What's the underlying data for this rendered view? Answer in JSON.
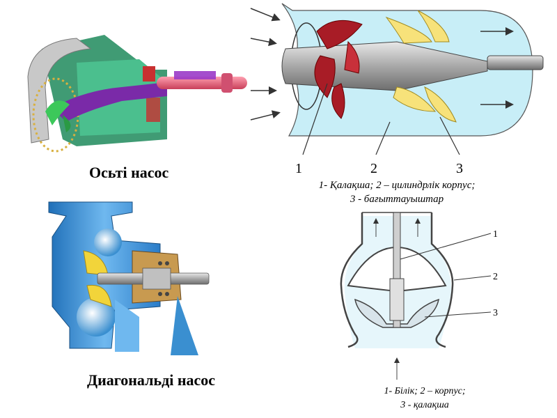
{
  "labels": {
    "axial_title": "Осьті насос",
    "diagonal_title": "Диагональді насос"
  },
  "axial_diagram": {
    "numbers": [
      "1",
      "2",
      "3"
    ],
    "caption_line1": "1- Қалақша; 2 – цилиндрлік корпус;",
    "caption_line2": "3 - бағыттауыштар"
  },
  "diagonal_diagram": {
    "numbers": [
      "1",
      "2",
      "3"
    ],
    "caption_line1": "1- Білік; 2 – корпус;",
    "caption_line2": "3 - қалақша"
  },
  "colors": {
    "water": "#c8eef7",
    "impeller": "#a81c26",
    "guide_vanes": "#f7e27a",
    "shaft": "#a8a8a8",
    "axial_pump_purple": "#7a2aa8",
    "axial_pump_green": "#1e8a5c",
    "diagonal_pump_blue": "#3a8fd0",
    "diagonal_pump_yellow": "#f2d43a"
  }
}
